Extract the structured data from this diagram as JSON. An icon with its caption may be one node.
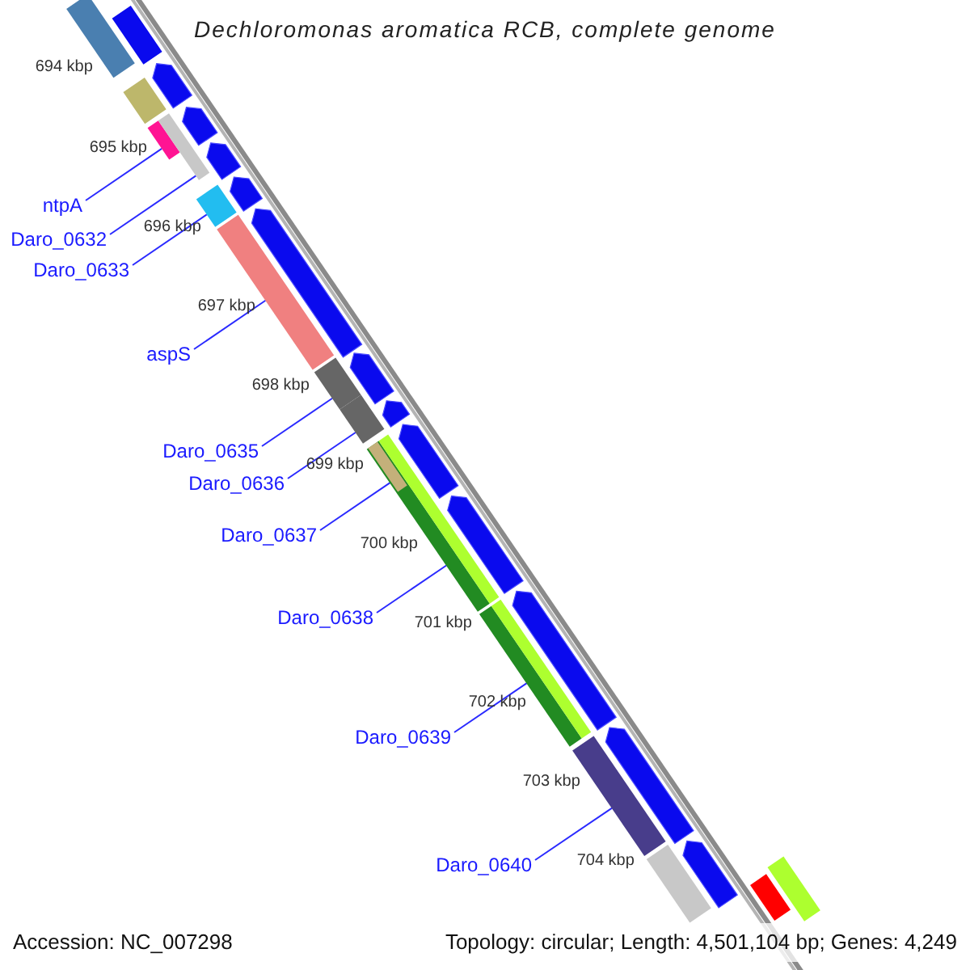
{
  "diagram": {
    "title": "Dechloromonas aromatica RCB, complete genome",
    "nodes": [
      {
        "text": [
          "ntpA"
        ]
      },
      {
        "text": [
          "Daro_0632"
        ]
      },
      {
        "text": [
          "Daro_0633"
        ]
      },
      {
        "text": [
          "aspS"
        ]
      },
      {
        "text": [
          "Daro_0635"
        ]
      },
      {
        "text": [
          "Daro_0636"
        ]
      },
      {
        "text": [
          "Daro_0637"
        ]
      },
      {
        "text": [
          "Daro_0638"
        ]
      },
      {
        "text": [
          "Daro_0639"
        ]
      },
      {
        "text": [
          "Daro_0640"
        ]
      },
      {
        "text": [],
        "shape": "bar"
      },
      {
        "text": [],
        "shape": "bar"
      },
      {
        "text": [],
        "shape": "bar"
      },
      {
        "text": [],
        "shape": "bar"
      },
      {
        "text": [],
        "shape": "bar"
      },
      {
        "text": [],
        "shape": "bar"
      },
      {
        "text": [],
        "shape": "bar"
      },
      {
        "text": [],
        "shape": "bar",
        "in": 16
      },
      {
        "text": [],
        "shape": "bar"
      },
      {
        "text": [],
        "shape": "bar"
      },
      {
        "text": [],
        "shape": "bar"
      },
      {
        "text": [],
        "shape": "arrow"
      },
      {
        "text": [],
        "shape": "arrow"
      },
      {
        "text": [],
        "shape": "arrow"
      },
      {
        "text": [],
        "shape": "arrow"
      },
      {
        "text": [],
        "shape": "arrow"
      },
      {
        "text": [],
        "shape": "arrow"
      },
      {
        "text": [],
        "shape": "arrow"
      },
      {
        "text": [],
        "shape": "arrow"
      },
      {
        "text": [],
        "shape": "arrow"
      },
      {
        "text": [],
        "shape": "arrow"
      },
      {
        "text": [],
        "shape": "arrow"
      },
      {
        "text": [],
        "shape": "arrow"
      },
      {
        "text": [],
        "shape": "bar"
      },
      {
        "text": [],
        "shape": "bar"
      },
      {
        "text": [],
        "shape": "bar"
      },
      {
        "text": [],
        "shape": "bar"
      },
      {
        "text": [],
        "shape": "bar"
      },
      {
        "text": [],
        "shape": "bar"
      },
      {
        "text": [],
        "shape": "bar"
      }
    ],
    "edges": [
      {
        "from": 0,
        "to": 10,
        "arrow": "none"
      },
      {
        "from": 1,
        "to": 11,
        "arrow": "none"
      },
      {
        "from": 2,
        "to": 12,
        "arrow": "none"
      },
      {
        "from": 3,
        "to": 13,
        "arrow": "none"
      },
      {
        "from": 4,
        "to": 14,
        "arrow": "none"
      },
      {
        "from": 5,
        "to": 15,
        "arrow": "none"
      },
      {
        "from": 6,
        "to": 17,
        "arrow": "none"
      },
      {
        "from": 7,
        "to": 16,
        "arrow": "none"
      },
      {
        "from": 8,
        "to": 18,
        "arrow": "none"
      },
      {
        "from": 9,
        "to": 19,
        "arrow": "none"
      }
    ],
    "labels": [
      "694 kbp",
      "695 kbp",
      "696 kbp",
      "697 kbp",
      "698 kbp",
      "699 kbp",
      "700 kbp",
      "701 kbp",
      "702 kbp",
      "703 kbp",
      "704 kbp",
      "Accession: NC_007298",
      "Topology: circular; Length: 4,501,104 bp; Genes: 4,249"
    ]
  }
}
